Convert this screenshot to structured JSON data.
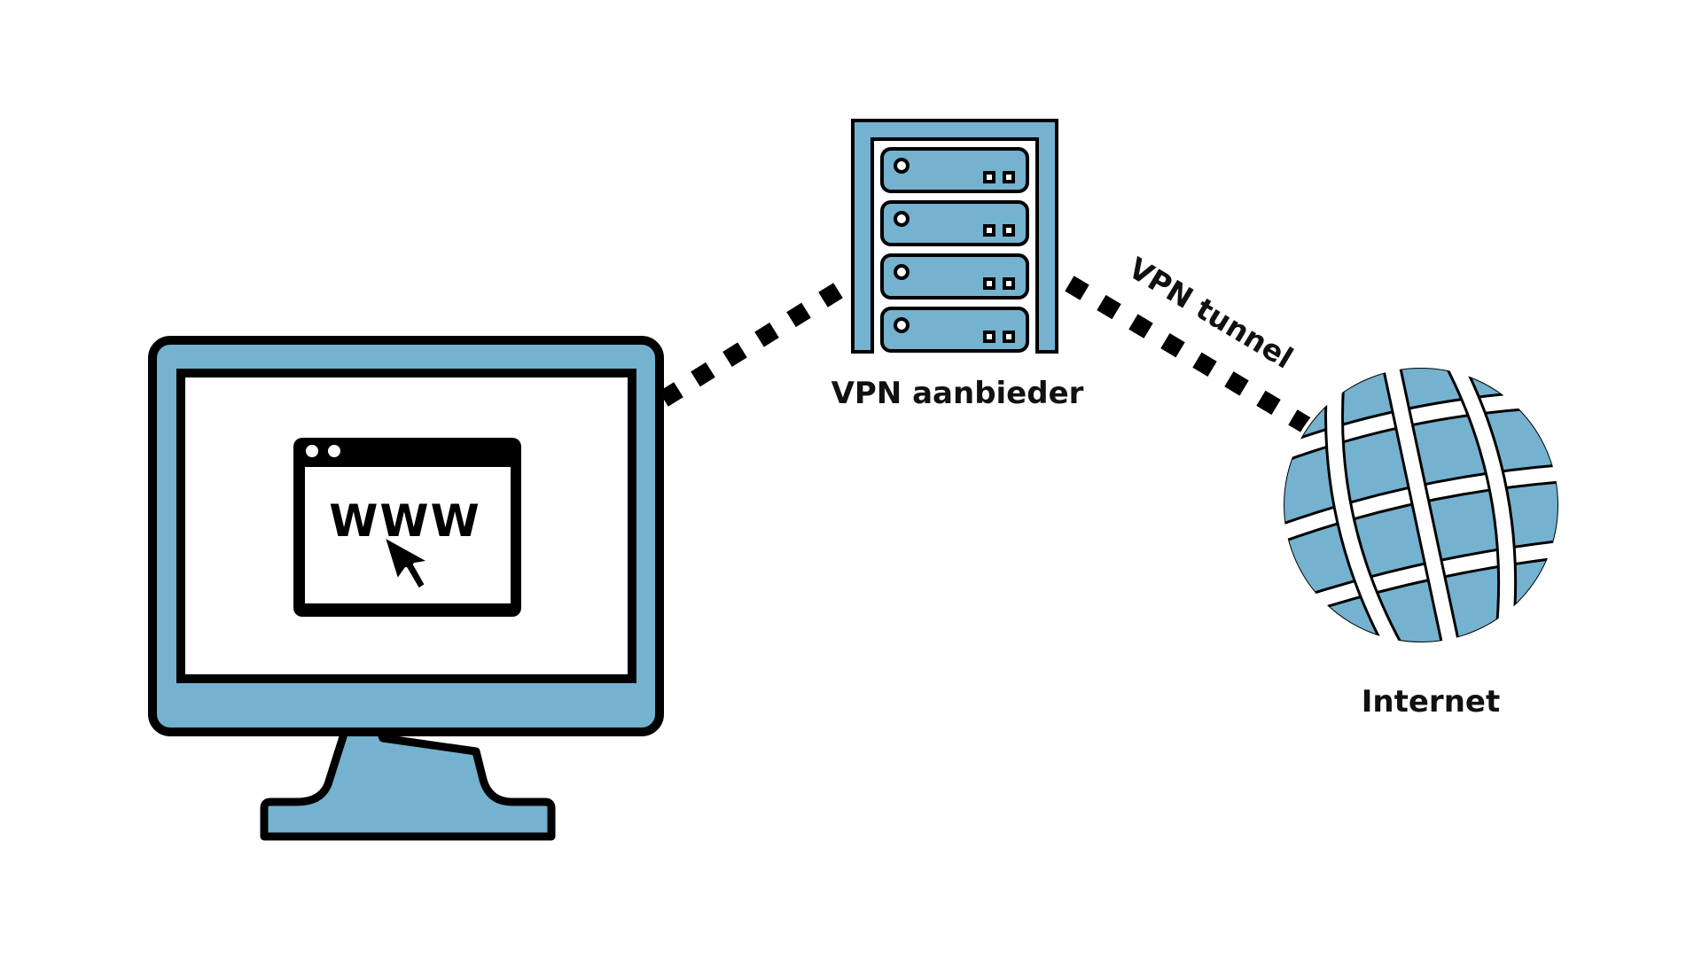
{
  "diagram": {
    "nodes": {
      "computer": {
        "browser_text": "WWW"
      },
      "server": {
        "label": "VPN aanbieder",
        "unit_count": 4
      },
      "internet": {
        "label": "Internet"
      }
    },
    "edges": {
      "computer_to_server": {
        "style": "dotted"
      },
      "server_to_internet": {
        "style": "dotted",
        "label": "VPN tunnel"
      }
    },
    "colors": {
      "fill": "#74b2cf",
      "stroke": "#000000",
      "background": "#ffffff"
    }
  }
}
